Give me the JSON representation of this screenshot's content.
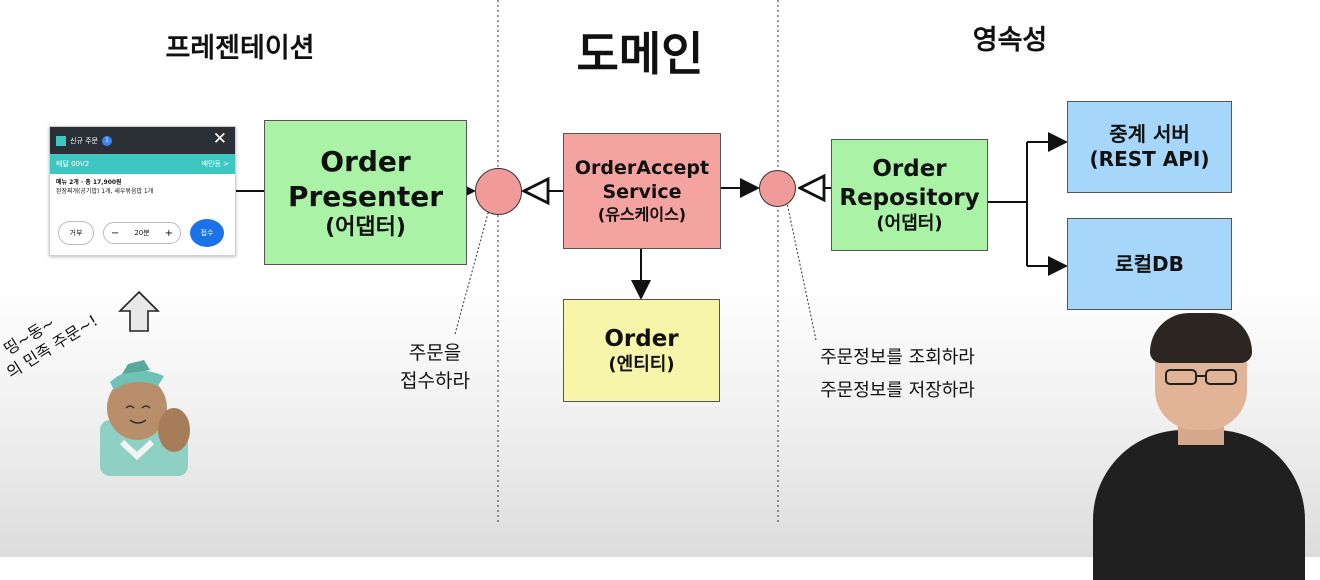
{
  "headings": {
    "presentation": "프레젠테이션",
    "domain": "도메인",
    "persistence": "영속성"
  },
  "boxes": {
    "order_presenter": {
      "line1": "Order",
      "line2": "Presenter",
      "line3": "(어댑터)"
    },
    "order_accept_service": {
      "line1": "OrderAccept",
      "line2": "Service",
      "line3": "(유스케이스)"
    },
    "order_entity": {
      "line1": "Order",
      "line2": "(엔티티)"
    },
    "order_repository": {
      "line1": "Order",
      "line2": "Repository",
      "line3": "(어댑터)"
    },
    "relay_server": {
      "line1": "중계 서버",
      "line2": "(REST API)"
    },
    "local_db": {
      "line1": "로컬DB"
    }
  },
  "notes": {
    "accept_order": {
      "line1": "주문을",
      "line2": "접수하라"
    },
    "query_order": "주문정보를 조회하라",
    "save_order": "주문정보를 저장하라"
  },
  "phone_card": {
    "title": "신규 주문",
    "badge": "1",
    "close": "✕",
    "order_code": "배달 00V2",
    "store": "배민동 >",
    "menu_summary": "메뉴 2개 · 총 17,900원",
    "menu_detail": "된장찌개(공기밥) 1개, 새우볶음밥 1개",
    "reject_label": "거부",
    "minus": "−",
    "time_value": "20분",
    "plus": "+",
    "accept_label": "접수"
  },
  "sticker": {
    "caption_line1": "띵~동~",
    "caption_line2": "의 민족 주문~!"
  },
  "colors": {
    "adapter_green": "#a9f2a6",
    "usecase_red": "#f4a3a0",
    "entity_yellow": "#f6f5aa",
    "external_blue": "#a6d7fa",
    "port_circle": "#f09a9a"
  }
}
